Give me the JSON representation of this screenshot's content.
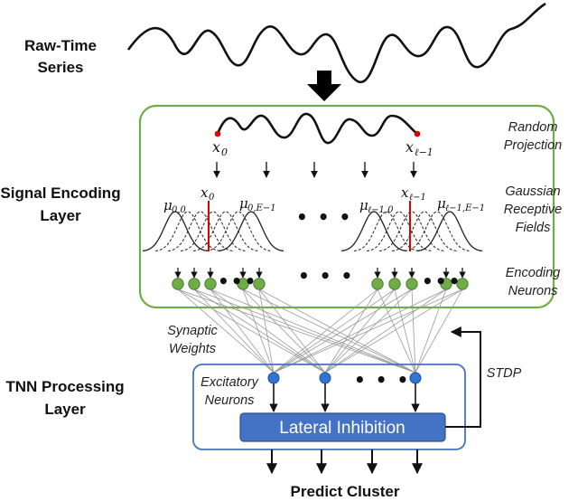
{
  "labels": {
    "raw_series": [
      "Raw-Time",
      "Series"
    ],
    "signal_layer": [
      "Signal Encoding",
      "Layer"
    ],
    "tnn_layer": [
      "TNN Processing",
      "Layer"
    ],
    "predict": "Predict Cluster",
    "random_projection": [
      "Random",
      "Projection"
    ],
    "gaussian": [
      "Gaussian",
      "Receptive",
      "Fields"
    ],
    "encoding_neurons": [
      "Encoding",
      "Neurons"
    ],
    "synaptic": [
      "Synaptic",
      "Weights"
    ],
    "excitatory": [
      "Excitatory",
      "Neurons"
    ],
    "stdp": "STDP",
    "lateral_inhibition": "Lateral Inhibition"
  },
  "math": {
    "x0": "x",
    "x0_sub": "0",
    "xl": "x",
    "xl_sub": "ℓ−1",
    "mu00": "μ",
    "mu00_sub": "0,0",
    "mu0E": "μ",
    "mu0E_sub": "0,E−1",
    "mul0": "μ",
    "mul0_sub": "ℓ−1,0",
    "mulE": "μ",
    "mulE_sub": "ℓ−1,E−1"
  },
  "ellipsis": "• • •",
  "colors": {
    "green_border": "#70ad47",
    "neuron_green": "#70ad47",
    "neuron_blue": "#2e75d6",
    "blue_border": "#4472c4",
    "inhib_fill": "#4472c4",
    "red": "#e00000"
  }
}
